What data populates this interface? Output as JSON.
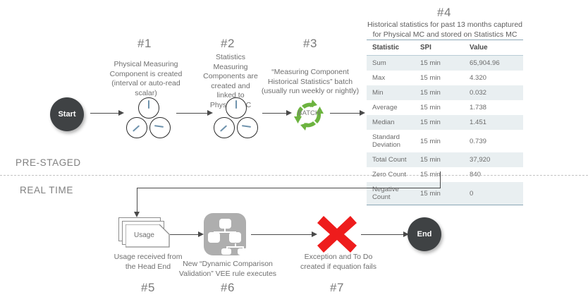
{
  "steps": {
    "s1": {
      "num": "#1",
      "desc": "Physical Measuring Component is created (interval  or auto-read scalar)"
    },
    "s2": {
      "num": "#2",
      "desc": "Statistics Measuring Components are created and linked to Physical MC"
    },
    "s3": {
      "num": "#3",
      "desc": "“Measuring Component Historical Statistics” batch (usually run weekly or nightly)"
    },
    "s4": {
      "num": "#4",
      "desc": "Historical statistics for past 13 months captured for Physical MC and stored on Statistics MC"
    },
    "s5": {
      "num": "#5",
      "desc": "Usage received from the Head End"
    },
    "s6": {
      "num": "#6",
      "desc": "New “Dynamic Comparison Validation” VEE rule executes"
    },
    "s7": {
      "num": "#7",
      "desc": "Exception and To Do created if equation fails"
    }
  },
  "nodes": {
    "start": "Start",
    "end": "End",
    "batch": "BATCH",
    "usage": "Usage"
  },
  "bands": {
    "prestaged": "PRE-STAGED",
    "realtime": "REAL TIME"
  },
  "table": {
    "columns": [
      "Statistic",
      "SPI",
      "Value"
    ],
    "rows": [
      [
        "Sum",
        "15 min",
        "65,904.96"
      ],
      [
        "Max",
        "15 min",
        "4.320"
      ],
      [
        "Min",
        "15 min",
        "0.032"
      ],
      [
        "Average",
        "15 min",
        "1.738"
      ],
      [
        "Median",
        "15 min",
        "1.451"
      ],
      [
        "Standard Deviation",
        "15 min",
        "0.739"
      ],
      [
        "Total Count",
        "15 min",
        "37,920"
      ],
      [
        "Zero Count",
        "15 min",
        "840"
      ],
      [
        "Negative Count",
        "15 min",
        "0"
      ]
    ]
  },
  "colors": {
    "accent_green": "#6cb33f",
    "error_red": "#ee1c1c",
    "node_dark": "#3f4244",
    "table_rule": "#8aa7b5",
    "needle": "#6f93ad"
  }
}
